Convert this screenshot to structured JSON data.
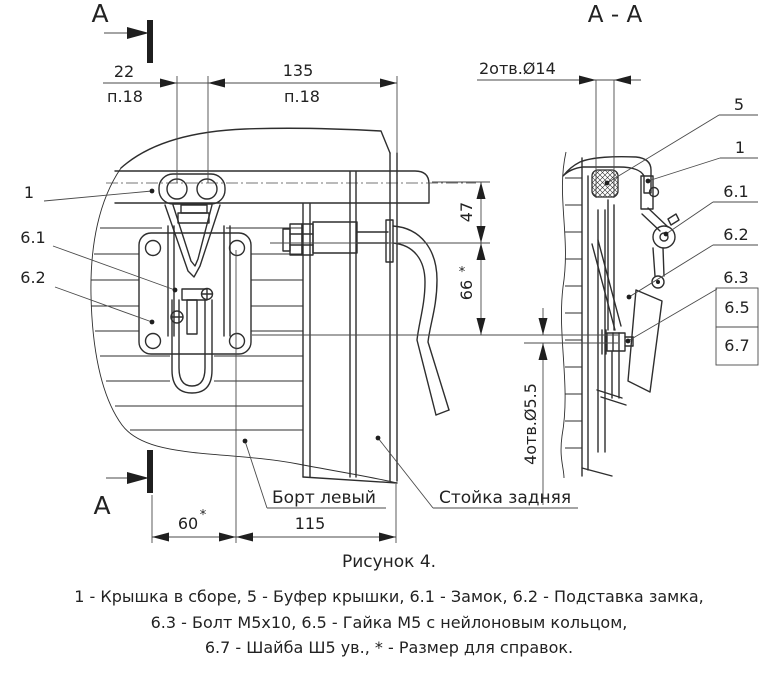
{
  "title": "Рисунок 4.",
  "section": {
    "cut_label": "A",
    "view_title": "A - A"
  },
  "dimensions": {
    "d22": "22",
    "d135": "135",
    "note_p18": "п.18",
    "d2otv14": "2отв.Ø14",
    "d47": "47",
    "d66": "66",
    "d60": "60",
    "d115": "115",
    "d4otv55": "4отв.Ø5.5",
    "ref_star": "*"
  },
  "callouts": {
    "left": [
      "1",
      "6.1",
      "6.2"
    ],
    "right": [
      "5",
      "1",
      "6.1",
      "6.2",
      "6.3",
      "6.5",
      "6.7"
    ]
  },
  "part_labels": {
    "board_left": "Борт левый",
    "rear_post": "Стойка задняя"
  },
  "legend": [
    "1 - Крышка в сборе, 5 - Буфер крышки, 6.1 - Замок, 6.2 - Подставка замка,",
    "6.3 - Болт М5х10, 6.5 - Гайка М5 с нейлоновым кольцом,",
    "6.7 - Шайба Ш5 ув., * - Размер для справок."
  ],
  "colors": {
    "line": "#2e2e2e",
    "background": "#ffffff"
  }
}
